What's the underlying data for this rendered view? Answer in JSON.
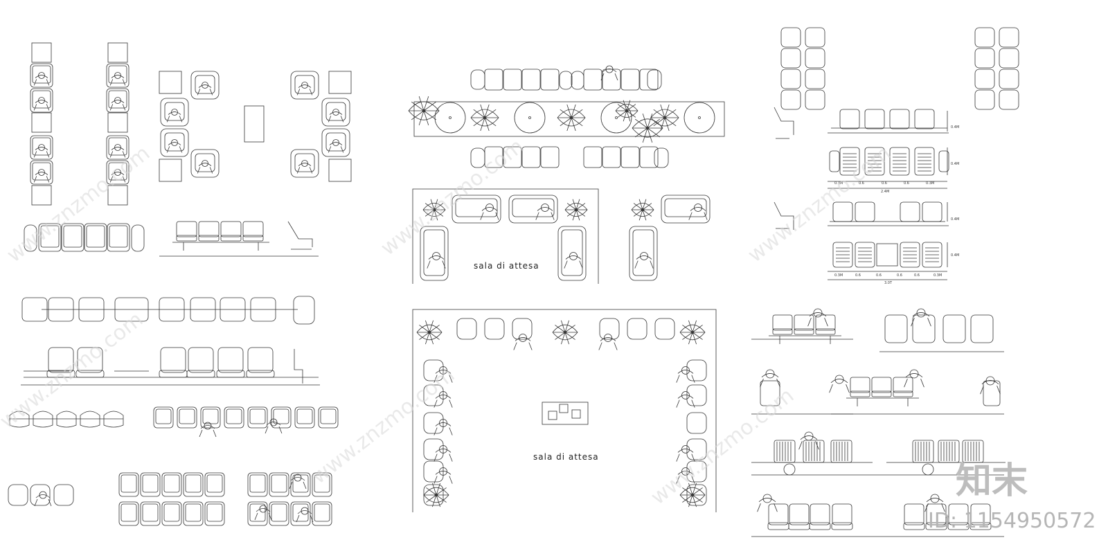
{
  "room_labels": {
    "upper": "sala di attesa",
    "lower": "sala di attesa"
  },
  "watermark": {
    "site": "www.znzmo.com",
    "brand": "知末",
    "id": "ID: 1154950572"
  },
  "dimensions": {
    "top_row": [
      "0.3M",
      "0.6",
      "0.6",
      "0.6",
      "0.3M"
    ],
    "top_total": "2.4M",
    "bottom_row": [
      "0.3M",
      "0.6",
      "0.6",
      "0.6",
      "0.6",
      "0.3M"
    ],
    "bottom_total": "3.0T",
    "side_a": "0.4M",
    "side_b": "0.4M",
    "side_c": "0.4M",
    "side_d": "0.4M"
  },
  "colors": {
    "line": "#333333",
    "watermark": "#d0d0d0"
  }
}
